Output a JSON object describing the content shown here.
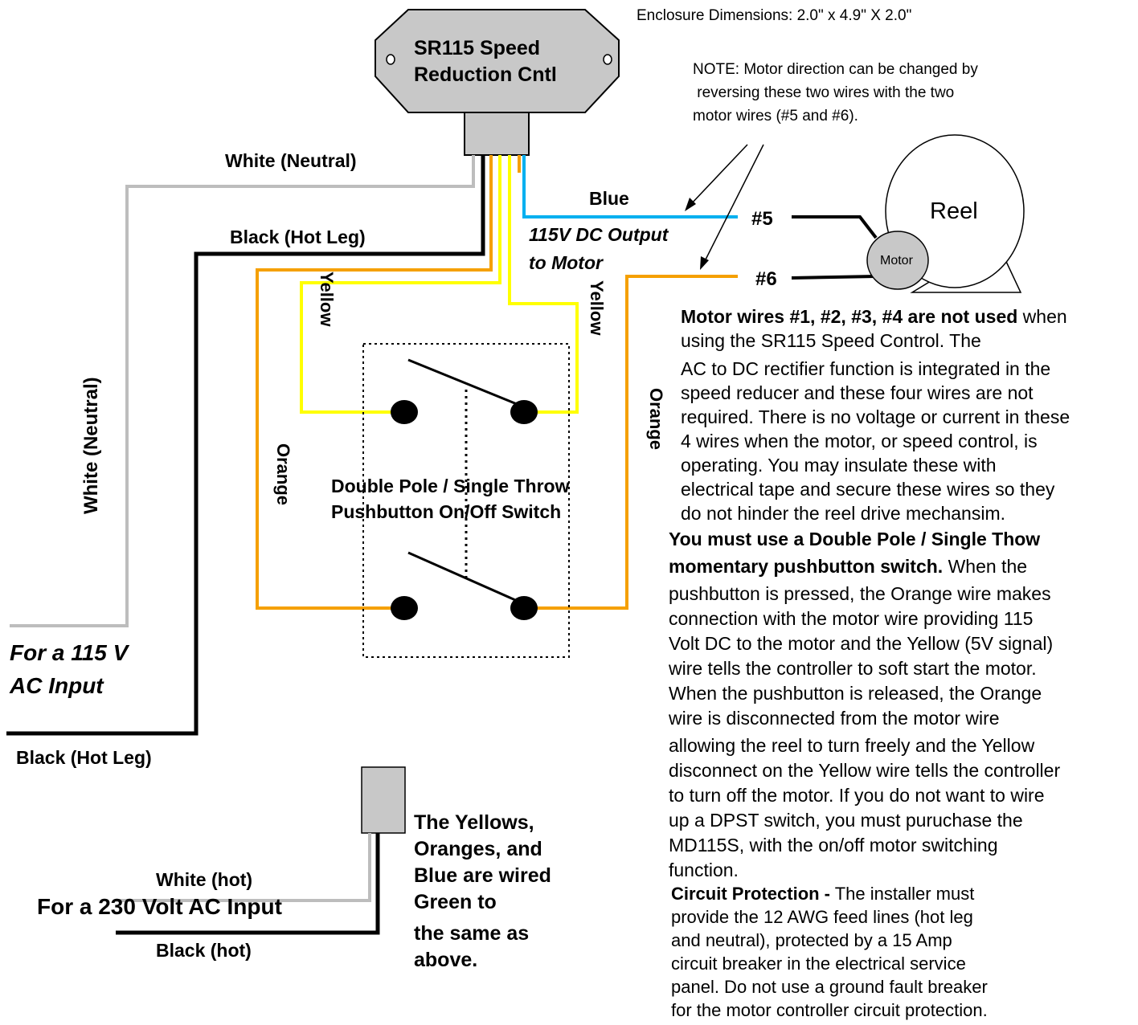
{
  "controller": {
    "title_line1": "SR115 Speed",
    "title_line2": "Reduction Cntl"
  },
  "enclosure_note": "Enclosure Dimensions: 2.0\" x 4.9\" X 2.0\"",
  "direction_note": {
    "line1": "NOTE: Motor direction can be changed by",
    "line2": " reversing these two wires with the two",
    "line3": "motor wires (#5 and #6)."
  },
  "motor": {
    "reel_label": "Reel",
    "motor_label": "Motor",
    "wire5": "#5",
    "wire6": "#6"
  },
  "wire_labels": {
    "white_neutral_top": "White (Neutral)",
    "white_neutral_vertical": "White (Neutral)",
    "black_hot_top": "Black (Hot Leg)",
    "black_hot_bottom": "Black (Hot Leg)",
    "blue": "Blue",
    "dc_output_line1": "115V DC Output",
    "dc_output_line2": "to Motor",
    "yellow_left": "Yellow",
    "yellow_right": "Yellow",
    "orange_left": "Orange",
    "orange_right": "Orange"
  },
  "switch": {
    "line1": "Double Pole / Single Throw",
    "line2": "Pushbutton On/Off Switch"
  },
  "input_115": {
    "line1": "For a 115 V",
    "line2": "AC Input"
  },
  "input_230": {
    "title": "For a 230 Volt AC Input",
    "white_hot": "White (hot)",
    "black_hot": "Black (hot)"
  },
  "wiring_note": {
    "line1": "The Yellows,",
    "line2": "Oranges, and",
    "line3": "Blue are wired",
    "line4": "Green to",
    "line5": "the same as",
    "line6": "above."
  },
  "motor_wires_note": {
    "bold": "Motor wires #1, #2, #3, #4 are not used",
    "text1": " when",
    "line2": "using the SR115 Speed Control. The",
    "line3": "AC to DC rectifier function is integrated in the",
    "line4": "speed reducer and these four wires are not",
    "line5": "required. There is no voltage or current in these",
    "line6": "4 wires when the motor, or speed control, is",
    "line7": "operating. You may insulate these with",
    "line8": "electrical tape and secure these wires so they",
    "line9": "do not hinder the reel drive mechansim."
  },
  "dpst_note": {
    "bold1": "You must use a Double Pole / Single Thow",
    "bold2": "momentary pushbutton switch.",
    "text2": " When the",
    "line3": "pushbutton is pressed, the Orange wire makes",
    "line4": "connection with the motor wire providing 115",
    "line5": "Volt DC to the motor and the Yellow (5V signal)",
    "line6": "wire tells the controller to soft start the motor.",
    "line7": "When the pushbutton is released, the Orange",
    "line8": "wire is disconnected from the motor wire",
    "line9": "allowing the reel to turn freely and the Yellow",
    "line10": "disconnect on the Yellow wire tells the controller",
    "line11": "to turn off the motor. If you do not want to wire",
    "line12": "up a DPST switch, you must puruchase the",
    "line13": "MD115S, with the on/off motor switching",
    "line14": "function."
  },
  "circuit_note": {
    "bold": "Circuit Protection -",
    "text1": " The installer must",
    "line2": "provide the 12 AWG feed lines (hot leg",
    "line3": "and neutral), protected by a 15 Amp",
    "line4": "circuit breaker in the electrical service",
    "line5": "panel. Do not use a ground fault breaker",
    "line6": "for the motor controller circuit protection."
  },
  "colors": {
    "white_wire": "#bdbdbd",
    "black_wire": "#000000",
    "orange_wire": "#f5a000",
    "yellow_wire": "#ffff00",
    "blue_wire": "#00b0f0",
    "box_fill": "#c8c8c8"
  }
}
